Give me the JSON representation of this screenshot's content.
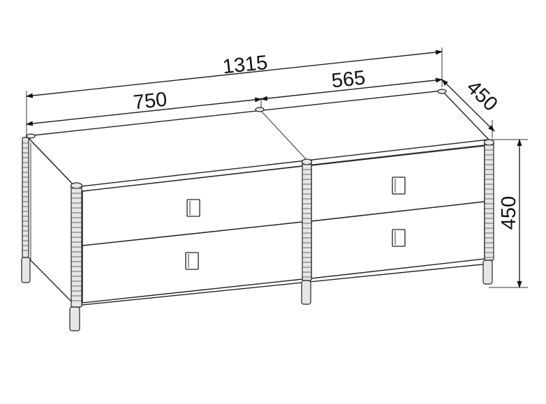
{
  "dimensions": {
    "overall_width": "1315",
    "left_section_width": "750",
    "right_section_width": "565",
    "depth": "450",
    "height": "450"
  }
}
